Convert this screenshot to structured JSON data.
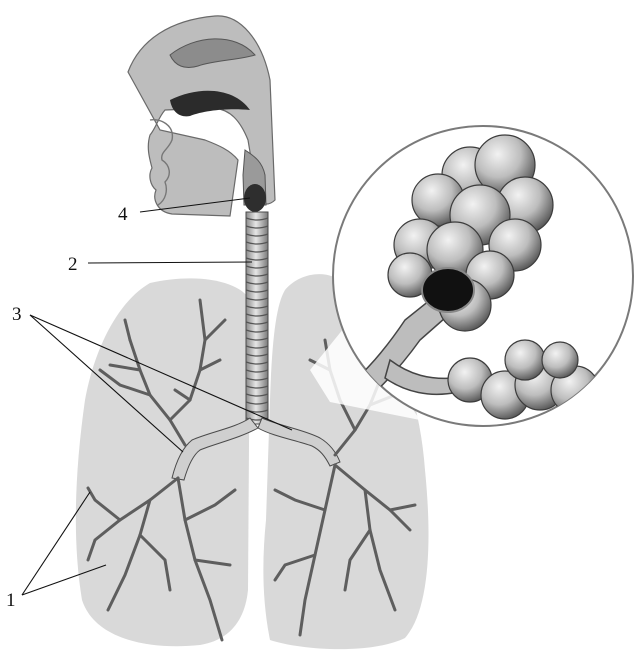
{
  "diagram": {
    "callouts": [
      {
        "id": "1",
        "text": "1"
      },
      {
        "id": "2",
        "text": "2"
      },
      {
        "id": "3",
        "text": "3"
      },
      {
        "id": "4",
        "text": "4"
      }
    ]
  },
  "colors": {
    "lung_fill": "#d9d9d9",
    "airway_fill": "#cfcfcf",
    "airway_stroke": "#4a4a4a",
    "branch_stroke": "#5e5e5e",
    "head_fill": "#bdbdbd",
    "alveoli_fill": "#c8c8c8",
    "line_color": "#111111"
  }
}
